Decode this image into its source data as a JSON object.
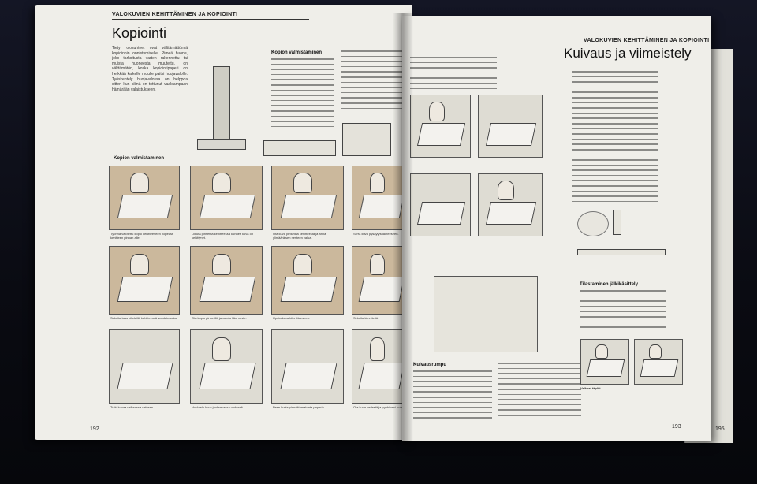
{
  "left_page": {
    "running_head": "VALOKUVIEN KEHITTÄMINEN JA KOPIOINTI",
    "title": "Kopiointi",
    "subhead_col2": "Kopion valmistaminen",
    "section_label": "Kopion valmistaminen",
    "page_number": "192",
    "intro": "Tietyt olosuhteet ovat välttämättömiä kopioinnin onnistumiselle. Pimeä huone, joko tarkoitusta varten rakennettu tai muista huoneesta muutettu, on välttämätön, koska kopiointipaperi on herkkää kaikelle muulle paitsi huojavalolle. Työskentely huojavalossa on helppoa sitten kun silmä on tottunut vaaleampaan hämärään valaistukseen.",
    "captions": [
      "Työnnä valotettu kopio kehitteeseen nopeasti kehitteen pinnan alle.",
      "Liikuta pinsettiä kehitteessä kunnes kuva on kehittynyt.",
      "Ota kuva pinsetillä kehitteestä ja anna ylimääräisen nesteen valua.",
      "Siirrä kuva pysäytyshauteeseen.",
      "Sekoita taas pihdeillä kehitteessä suodatusaika.",
      "Ota kopio pinsetillä ja valuta liika neste.",
      "Upota kuva kiinnitteeseen.",
      "Sekoita kiinnitettä.",
      "Tutki kuvaa valkeassa valossa.",
      "Huuhtele kuva juoksevassa vedessä.",
      "Pese kuvia pinnoittamatonta paperia.",
      "Ota kuva vedestä ja pyyhi vesi pois."
    ]
  },
  "right_page": {
    "running_head": "VALOKUVIEN KEHITTÄMINEN JA KOPIOINTI",
    "title": "Kuivaus ja viimeistely",
    "subhead_drum": "Kuivausrumpu",
    "subhead_retouch": "Tilastaminen jälkikäsittely",
    "caption_retouch": "Valkeat täplät",
    "page_number": "193",
    "edge_page_number": "195"
  }
}
